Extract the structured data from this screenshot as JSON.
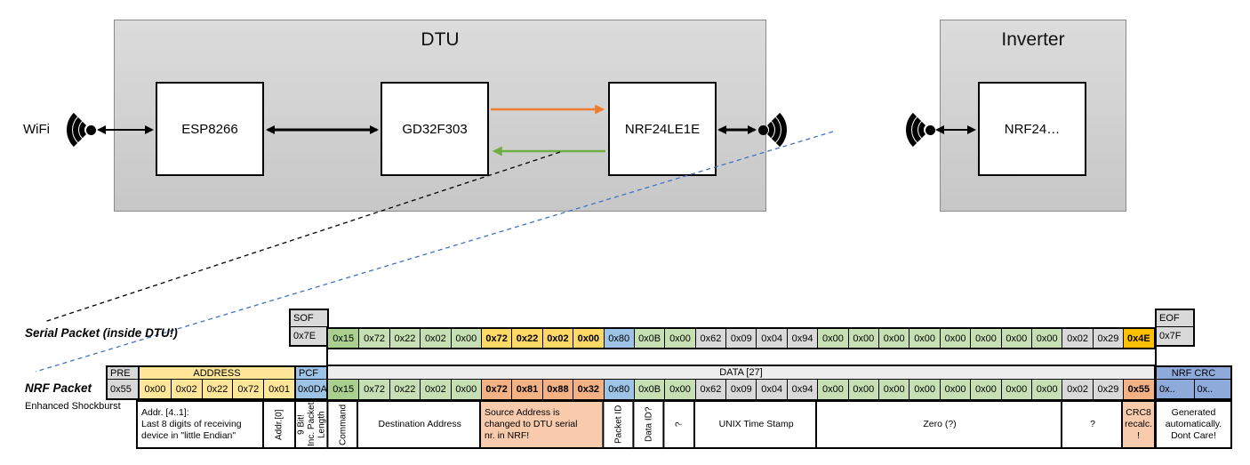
{
  "diagram": {
    "wifi_label": "WiFi",
    "dtu": {
      "title": "DTU",
      "components": [
        "ESP8266",
        "GD32F303",
        "NRF24LE1E"
      ]
    },
    "inverter": {
      "title": "Inverter",
      "components": [
        "NRF24…"
      ]
    },
    "arrow_colors": {
      "orange": "#ED7D31",
      "green": "#70AD47",
      "blue_dashed": "#4472C4",
      "black": "#000000"
    }
  },
  "serial_packet": {
    "label": "Serial Packet (inside DTU!)",
    "sof": {
      "header": "SOF",
      "value": "0x7E"
    },
    "eof": {
      "header": "EOF",
      "value": "0x7F"
    },
    "bytes": [
      {
        "v": "0x15",
        "c": "dg"
      },
      {
        "v": "0x72",
        "c": "lg"
      },
      {
        "v": "0x22",
        "c": "lg"
      },
      {
        "v": "0x02",
        "c": "lg"
      },
      {
        "v": "0x00",
        "c": "lg"
      },
      {
        "v": "0x72",
        "c": "y"
      },
      {
        "v": "0x22",
        "c": "y"
      },
      {
        "v": "0x02",
        "c": "y"
      },
      {
        "v": "0x00",
        "c": "y"
      },
      {
        "v": "0x80",
        "c": "b"
      },
      {
        "v": "0x0B",
        "c": "lg"
      },
      {
        "v": "0x00",
        "c": "lg"
      },
      {
        "v": "0x62",
        "c": "g"
      },
      {
        "v": "0x09",
        "c": "g"
      },
      {
        "v": "0x04",
        "c": "g"
      },
      {
        "v": "0x94",
        "c": "g"
      },
      {
        "v": "0x00",
        "c": "lg"
      },
      {
        "v": "0x00",
        "c": "lg"
      },
      {
        "v": "0x00",
        "c": "lg"
      },
      {
        "v": "0x00",
        "c": "lg"
      },
      {
        "v": "0x00",
        "c": "lg"
      },
      {
        "v": "0x00",
        "c": "lg"
      },
      {
        "v": "0x00",
        "c": "lg"
      },
      {
        "v": "0x00",
        "c": "lg"
      },
      {
        "v": "0x02",
        "c": "g"
      },
      {
        "v": "0x29",
        "c": "g"
      },
      {
        "v": "0x4E",
        "c": "a"
      }
    ]
  },
  "nrf_packet": {
    "label": "NRF Packet",
    "sublabel": "Enhanced Shockburst",
    "pre": {
      "header": "PRE",
      "value": "0x55"
    },
    "address": {
      "header": "ADDRESS",
      "bytes": [
        "0x00",
        "0x02",
        "0x22",
        "0x72",
        "0x01"
      ]
    },
    "pcf": {
      "header": "PCF",
      "value": "0x0DA"
    },
    "data": {
      "header": "DATA [27]",
      "bytes": [
        {
          "v": "0x15",
          "c": "dg"
        },
        {
          "v": "0x72",
          "c": "lg"
        },
        {
          "v": "0x22",
          "c": "lg"
        },
        {
          "v": "0x02",
          "c": "lg"
        },
        {
          "v": "0x00",
          "c": "lg"
        },
        {
          "v": "0x72",
          "c": "s"
        },
        {
          "v": "0x81",
          "c": "s"
        },
        {
          "v": "0x88",
          "c": "s"
        },
        {
          "v": "0x32",
          "c": "s"
        },
        {
          "v": "0x80",
          "c": "b"
        },
        {
          "v": "0x0B",
          "c": "lg"
        },
        {
          "v": "0x00",
          "c": "lg"
        },
        {
          "v": "0x62",
          "c": "g"
        },
        {
          "v": "0x09",
          "c": "g"
        },
        {
          "v": "0x04",
          "c": "g"
        },
        {
          "v": "0x94",
          "c": "g"
        },
        {
          "v": "0x00",
          "c": "lg"
        },
        {
          "v": "0x00",
          "c": "lg"
        },
        {
          "v": "0x00",
          "c": "lg"
        },
        {
          "v": "0x00",
          "c": "lg"
        },
        {
          "v": "0x00",
          "c": "lg"
        },
        {
          "v": "0x00",
          "c": "lg"
        },
        {
          "v": "0x00",
          "c": "lg"
        },
        {
          "v": "0x00",
          "c": "lg"
        },
        {
          "v": "0x02",
          "c": "g"
        },
        {
          "v": "0x29",
          "c": "g"
        },
        {
          "v": "0x55",
          "c": "s"
        }
      ]
    },
    "crc": {
      "header": "NRF CRC",
      "bytes": [
        "0x..",
        "0x.."
      ]
    },
    "annotations": {
      "addr41": "Addr. [4..1]:\nLast 8 digits of receiving\ndevice in \"little Endian\"",
      "addr0": "Addr.[0]",
      "pcf": "9 Bit!\nInc. Packet\nLength",
      "data": [
        {
          "text": "Command",
          "start": 0,
          "span": 1,
          "rot": true
        },
        {
          "text": "Destination Address",
          "start": 1,
          "span": 4
        },
        {
          "text": "Source Address is\nchanged to DTU serial\nnr. in NRF!",
          "start": 5,
          "span": 4,
          "bg": "salmon",
          "align": "left"
        },
        {
          "text": "Packet ID",
          "start": 9,
          "span": 1,
          "rot": true
        },
        {
          "text": "Data ID?",
          "start": 10,
          "span": 1,
          "rot": true
        },
        {
          "text": "?",
          "start": 11,
          "span": 1,
          "rot": true
        },
        {
          "text": "UNIX Time Stamp",
          "start": 12,
          "span": 4
        },
        {
          "text": "Zero (?)",
          "start": 16,
          "span": 8
        },
        {
          "text": "?",
          "start": 24,
          "span": 2
        },
        {
          "text": "CRC8\nrecalc.\n!",
          "start": 26,
          "span": 1,
          "bg": "salmon"
        }
      ],
      "crc": "Generated\nautomatically.\nDont Care!"
    }
  },
  "cell_colors": {
    "gray": "#D9D9D9",
    "light_gray": "#EDEDED",
    "green_light": "#C6E0B4",
    "green_dark": "#A9D08E",
    "yellow": "#FFD966",
    "yellow_light": "#FFE699",
    "blue": "#9DC3E6",
    "blue_crc": "#8EAADB",
    "salmon": "#F4B183",
    "salmon_light": "#F8CBAD",
    "amber": "#FFC000"
  }
}
